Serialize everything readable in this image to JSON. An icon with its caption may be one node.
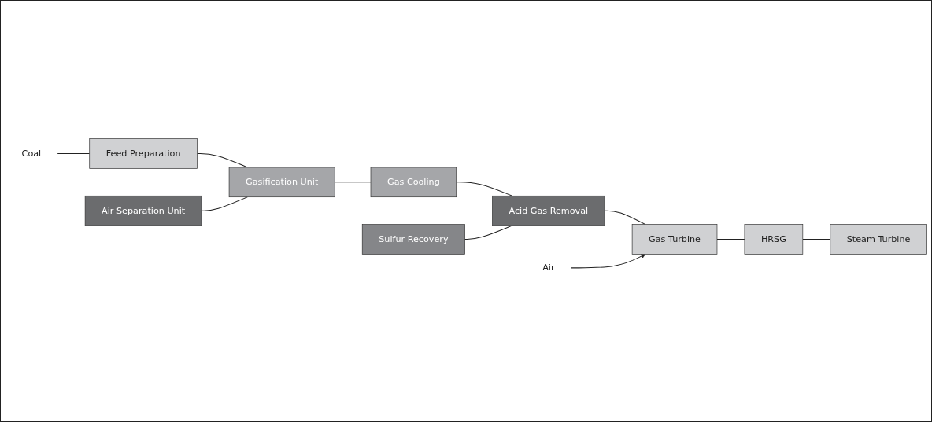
{
  "diagram": {
    "nodes": [
      {
        "text": [
          "Air Separation Unit"
        ]
      },
      {
        "text": [
          "Sulfur Recovery"
        ]
      },
      {
        "text": [
          "Coal"
        ]
      },
      {
        "text": [
          "Feed Preparation"
        ]
      },
      {
        "text": [
          "Gasification Unit"
        ]
      },
      {
        "text": [
          "Gas Cooling"
        ]
      },
      {
        "text": [
          "Acid Gas Removal"
        ]
      },
      {
        "text": [
          "Air"
        ]
      },
      {
        "text": [
          "Gas Turbine"
        ]
      },
      {
        "text": [
          "HRSG"
        ]
      },
      {
        "text": [
          "Steam Turbine"
        ]
      }
    ],
    "edges": [
      {
        "from": 2,
        "to": 3,
        "arrow": "none"
      },
      {
        "from": 3,
        "to": 4,
        "arrow": "none"
      },
      {
        "from": 0,
        "to": 4,
        "arrow": "none"
      },
      {
        "from": 4,
        "to": 5,
        "arrow": "none"
      },
      {
        "from": 5,
        "to": 6,
        "arrow": "none"
      },
      {
        "from": 1,
        "to": 6,
        "arrow": "none"
      },
      {
        "from": 6,
        "to": 8,
        "arrow": "none"
      },
      {
        "from": 7,
        "to": 8,
        "arrow": "to"
      },
      {
        "from": 8,
        "to": 9,
        "arrow": "none"
      },
      {
        "from": 9,
        "to": 10,
        "arrow": "none"
      }
    ]
  }
}
